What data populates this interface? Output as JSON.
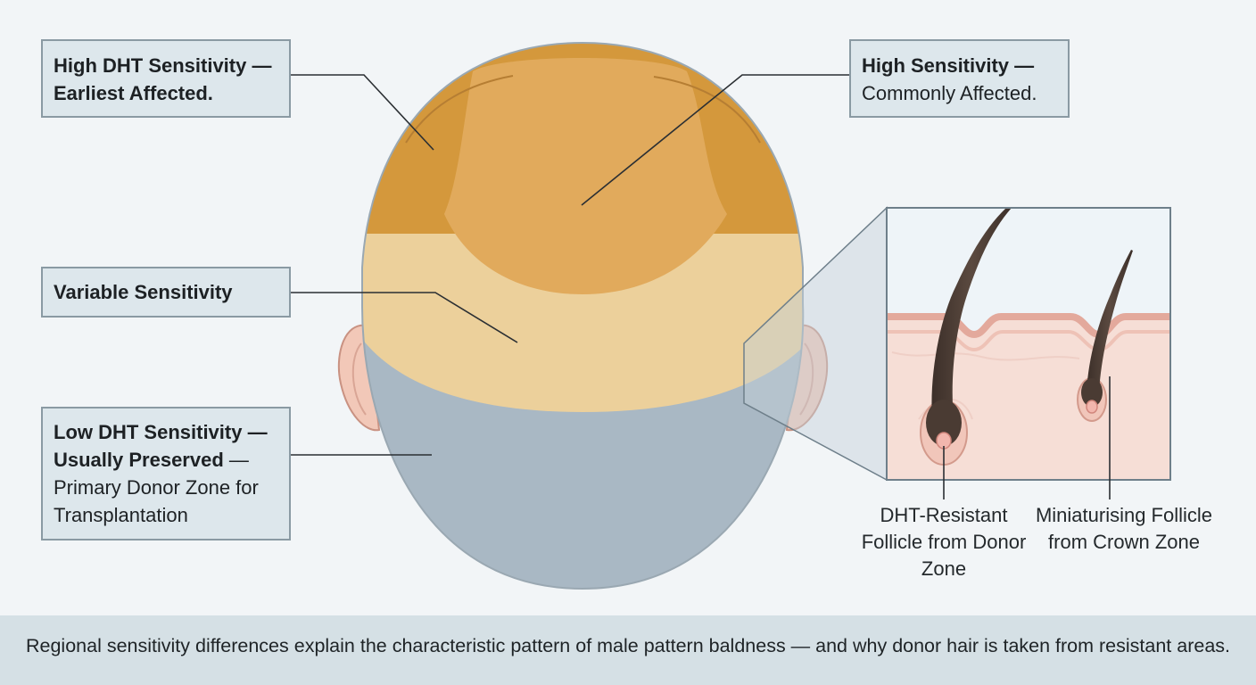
{
  "labels": {
    "earliest": {
      "bold": "High DHT Sensitivity — Earliest Affected."
    },
    "common": {
      "bold": "High Sensitivity —",
      "normal": "Commonly Affected."
    },
    "variable": {
      "bold": "Variable Sensitivity"
    },
    "low": {
      "bold_line1": "Low DHT Sensitivity —",
      "bold_line2": "Usually Preserved",
      "dash": " —",
      "normal": "Primary Donor Zone for Transplantation"
    }
  },
  "follicles": {
    "resistant": "DHT-Resistant Follicle from Donor Zone",
    "miniaturising": "Miniaturising Follicle from Crown Zone"
  },
  "footer": "Regional sensitivity differences explain the characteristic pattern of male pattern baldness — and why donor hair is taken from resistant areas.",
  "colors": {
    "temples": "#d4983c",
    "crown": "#e1aa5c",
    "midscalp": "#ecd09b",
    "occipital": "#a9b8c4",
    "skin": "#f5d8cf",
    "hair": "#4a3b33",
    "background": "#f2f5f7"
  }
}
